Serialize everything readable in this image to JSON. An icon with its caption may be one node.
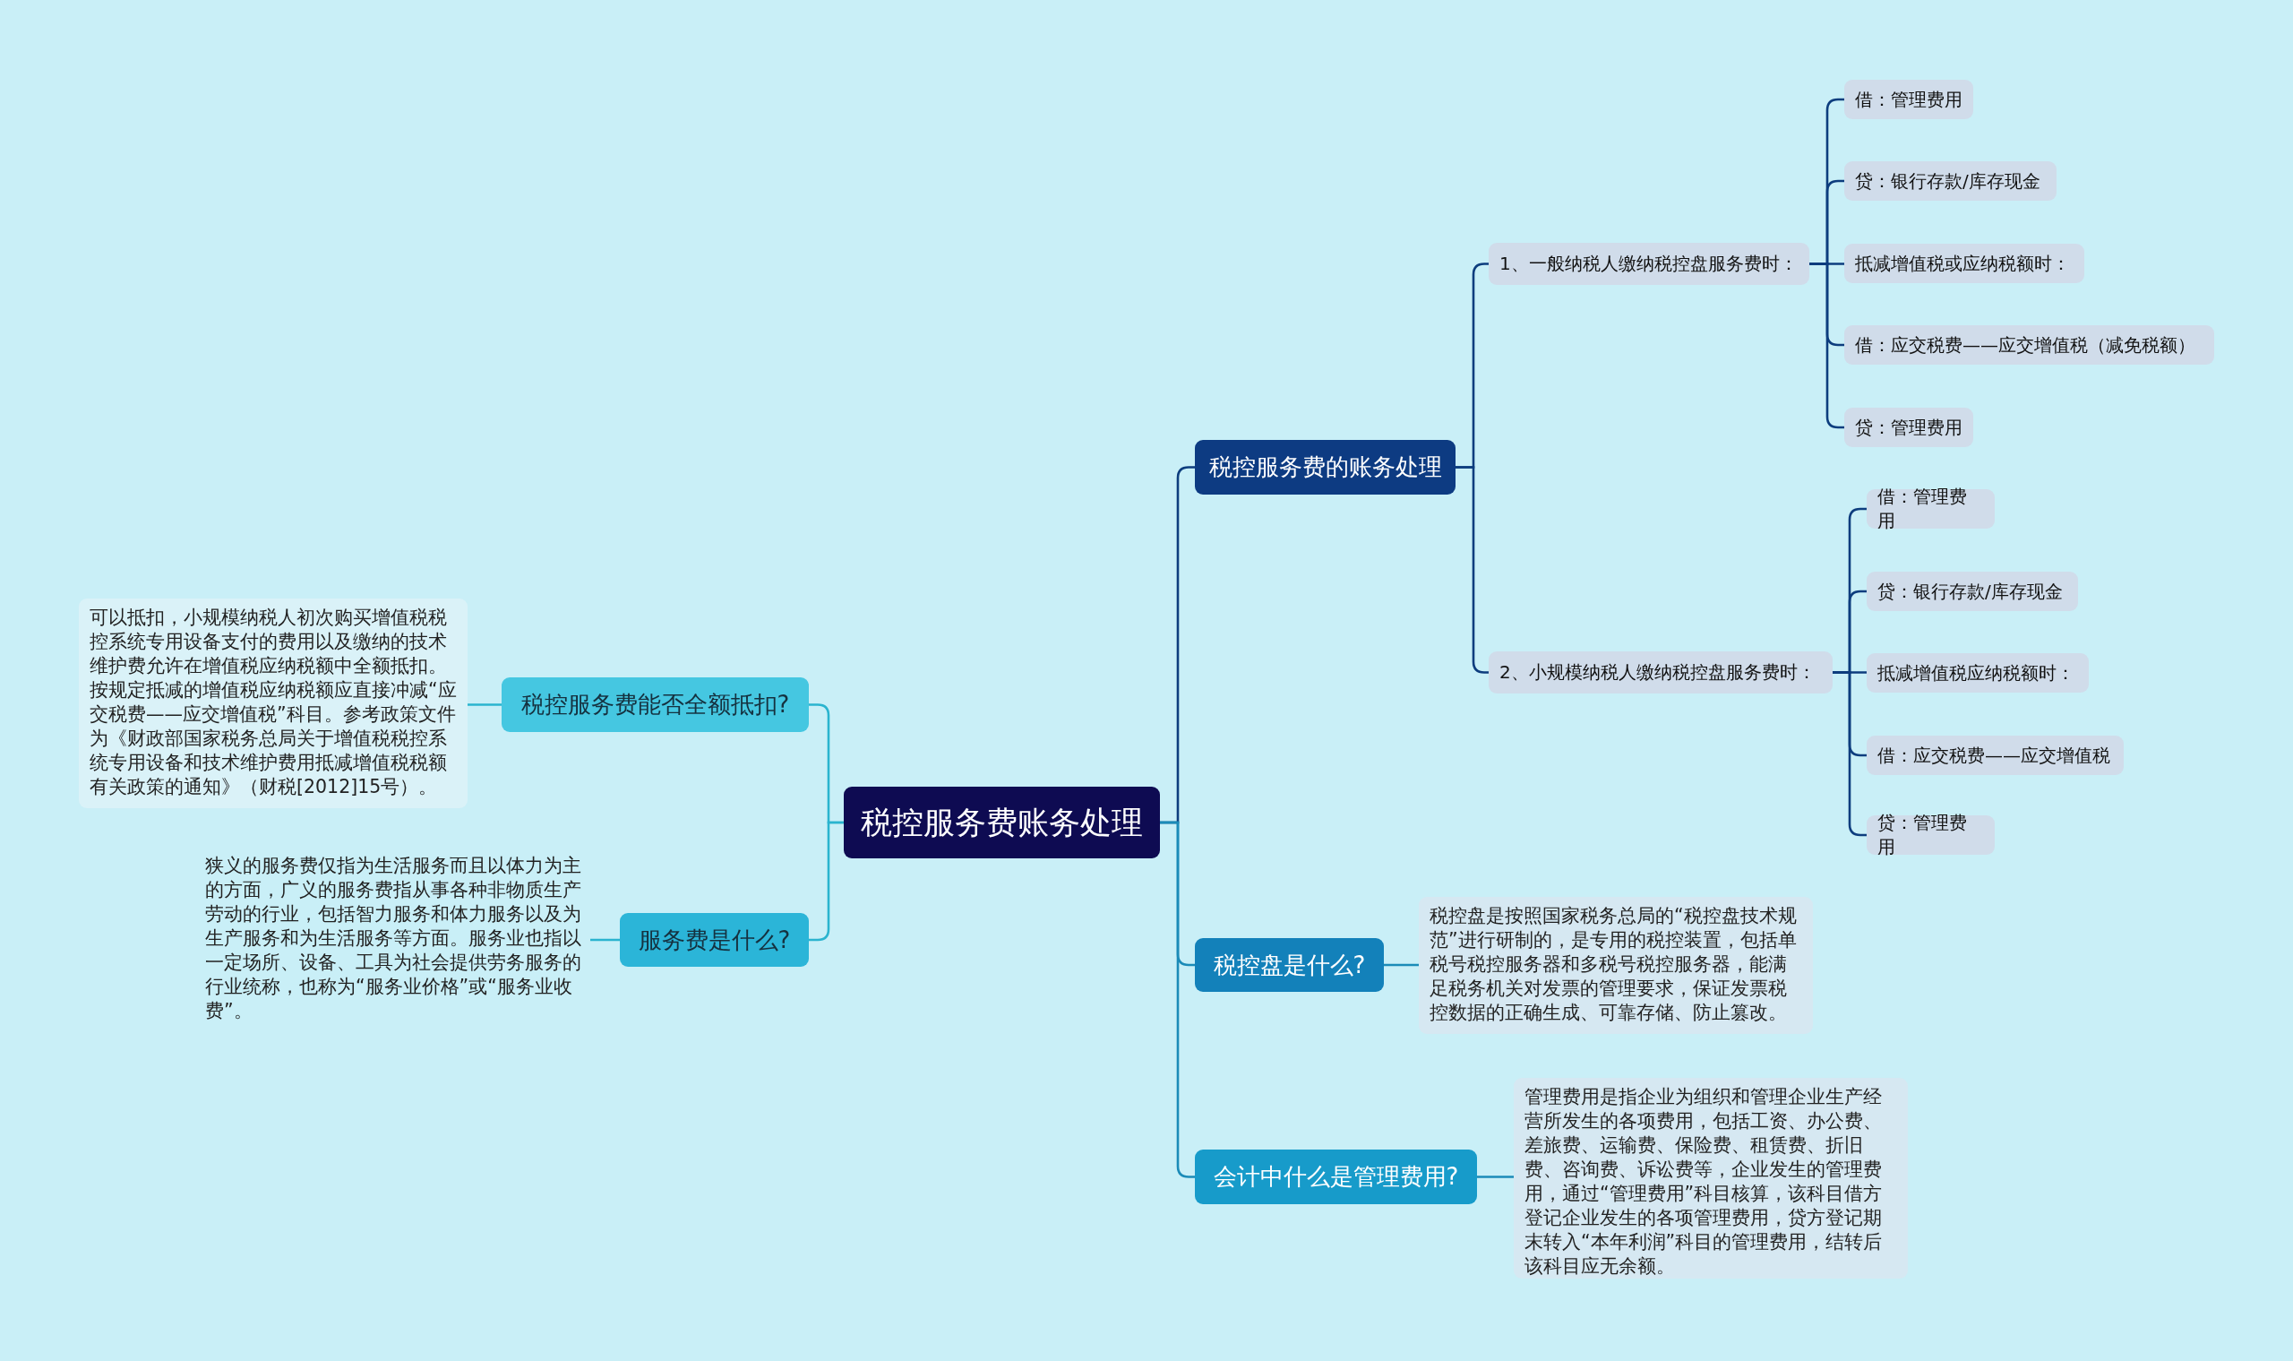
{
  "diagram": {
    "nodes": [
      {
        "text": [
          "税控服务费账务处理"
        ]
      },
      {
        "text": [
          "税控服务费的账务处理"
        ]
      },
      {
        "text": [
          "1、一般纳税人缴纳税控盘服务费时："
        ]
      },
      {
        "text": [
          "借：管理费用"
        ]
      },
      {
        "text": [
          "贷：银行存款/库存现金"
        ]
      },
      {
        "text": [
          "抵减增值税或应纳税额时："
        ]
      },
      {
        "text": [
          "借：应交税费——应交增值税（减免税额）"
        ]
      },
      {
        "text": [
          "贷：管理费用"
        ]
      },
      {
        "text": [
          "2、小规模纳税人缴纳税控盘服务费时："
        ]
      },
      {
        "text": [
          "借：管理费用"
        ]
      },
      {
        "text": [
          "贷：银行存款/库存现金"
        ]
      },
      {
        "text": [
          "抵减增值税应纳税额时："
        ]
      },
      {
        "text": [
          "借：应交税费——应交增值税"
        ]
      },
      {
        "text": [
          "贷：管理费用"
        ]
      },
      {
        "text": [
          "税控盘是什么?"
        ]
      },
      {
        "text": [
          "税控盘是按照国家税务总局的“税控盘技术规范”进行研制的，是专用的税控装置，包括单税号税控服务器和多税号税控服务器，能满足税务机关对发票的管理要求，保证发票税控数据的正确生成、可靠存储、防止篡改。"
        ]
      },
      {
        "text": [
          "会计中什么是管理费用?"
        ]
      },
      {
        "text": [
          "管理费用是指企业为组织和管理企业生产经营所发生的各项费用，包括工资、办公费、差旅费、运输费、保险费、租赁费、折旧费、咨询费、诉讼费等，企业发生的管理费用，通过“管理费用”科目核算，该科目借方登记企业发生的各项管理费用，贷方登记期末转入“本年利润”科目的管理费用，结转后该科目应无余额。"
        ]
      },
      {
        "text": [
          "税控服务费能否全额抵扣?"
        ]
      },
      {
        "text": [
          "可以抵扣，小规模纳税人初次购买增值税税控系统专用设备支付的费用以及缴纳的技术维护费允许在增值税应纳税额中全额抵扣。按规定抵减的增值税应纳税额应直接冲减“应交税费——应交增值税”科目。参考政策文件为《财政部国家税务总局关于增值税税控系统专用设备和技术维护费用抵减增值税税额有关政策的通知》（财税[2012]15号）。"
        ]
      },
      {
        "text": [
          "服务费是什么?"
        ]
      },
      {
        "text": [
          "狭义的服务费仅指为生活服务而且以体力为主的方面，广义的服务费指从事各种非物质生产劳动的行业，包括智力服务和体力服务以及为生产服务和为生活服务等方面。服务业也指以一定场所、设备、工具为社会提供劳务服务的行业统称，也称为“服务业价格”或“服务业收费”。"
        ]
      }
    ],
    "edges": [
      {
        "from": 0,
        "to": 1,
        "arrow": "none"
      },
      {
        "from": 1,
        "to": 2,
        "arrow": "none"
      },
      {
        "from": 2,
        "to": 3,
        "arrow": "none"
      },
      {
        "from": 2,
        "to": 4,
        "arrow": "none"
      },
      {
        "from": 2,
        "to": 5,
        "arrow": "none"
      },
      {
        "from": 2,
        "to": 6,
        "arrow": "none"
      },
      {
        "from": 2,
        "to": 7,
        "arrow": "none"
      },
      {
        "from": 1,
        "to": 8,
        "arrow": "none"
      },
      {
        "from": 8,
        "to": 9,
        "arrow": "none"
      },
      {
        "from": 8,
        "to": 10,
        "arrow": "none"
      },
      {
        "from": 8,
        "to": 11,
        "arrow": "none"
      },
      {
        "from": 8,
        "to": 12,
        "arrow": "none"
      },
      {
        "from": 8,
        "to": 13,
        "arrow": "none"
      },
      {
        "from": 0,
        "to": 14,
        "arrow": "none",
        "color": "#1b8bb8"
      },
      {
        "from": 14,
        "to": 15,
        "arrow": "none",
        "color": "#1b8bb8"
      },
      {
        "from": 0,
        "to": 16,
        "arrow": "none",
        "color": "#1b8bb8"
      },
      {
        "from": 16,
        "to": 17,
        "arrow": "none",
        "color": "#1b8bb8"
      },
      {
        "from": 0,
        "to": 18,
        "arrow": "none",
        "color": "#2ab4cf"
      },
      {
        "from": 18,
        "to": 19,
        "arrow": "none",
        "color": "#2ab4cf"
      },
      {
        "from": 0,
        "to": 20,
        "arrow": "none",
        "color": "#2ab4cf"
      },
      {
        "from": 20,
        "to": 21,
        "arrow": "none",
        "color": "#2ab4cf"
      }
    ]
  }
}
